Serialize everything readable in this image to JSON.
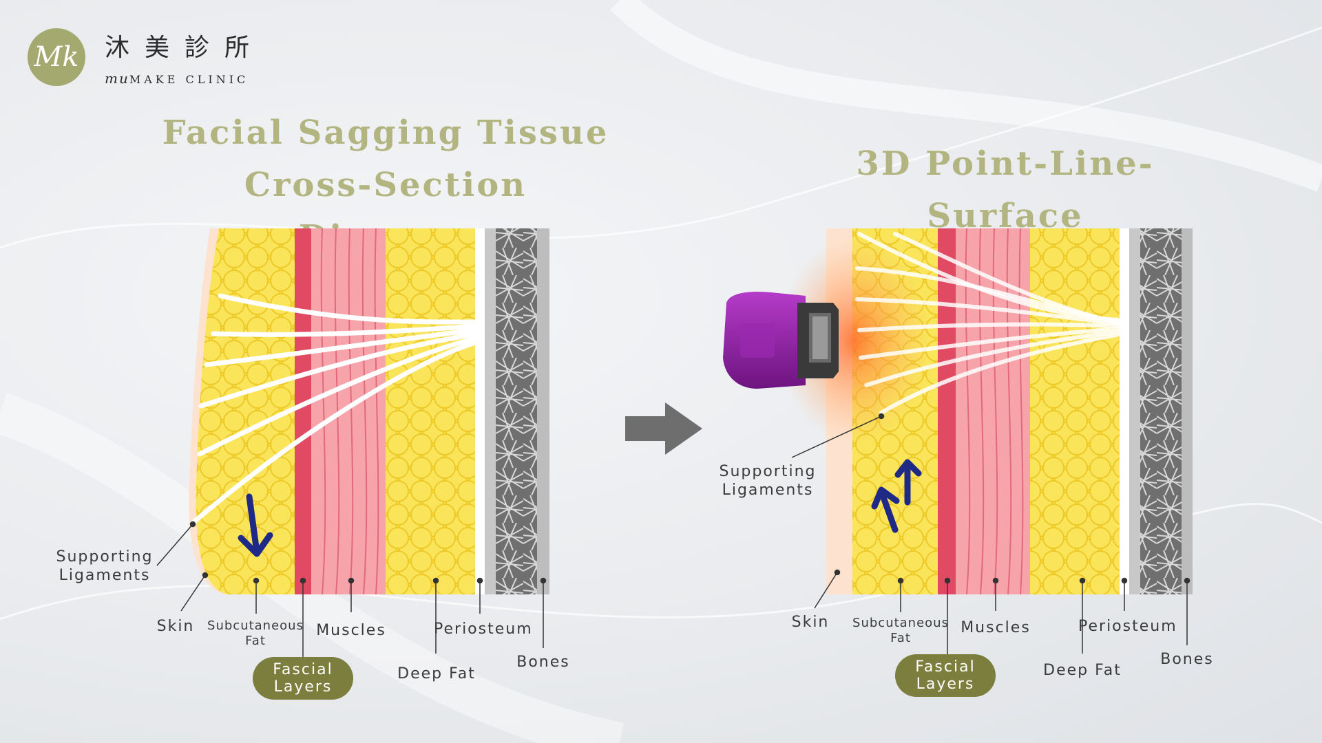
{
  "logo": {
    "chinese_name": "沐美診所",
    "english_name_prefix": "mu",
    "english_name_rest": "MAKE CLINIC",
    "monogram": "Mk"
  },
  "left_panel": {
    "title_line1": "Facial Sagging Tissue",
    "title_line2": "Cross-Section Diagram",
    "labels": {
      "supporting_ligaments_line1": "Supporting",
      "supporting_ligaments_line2": "Ligaments",
      "skin": "Skin",
      "subcutaneous_fat_line1": "Subcutaneous",
      "subcutaneous_fat_line2": "Fat",
      "muscles": "Muscles",
      "periosteum": "Periosteum",
      "deep_fat": "Deep Fat",
      "bones": "Bones",
      "fascial_layers_line1": "Fascial",
      "fascial_layers_line2": "Layers"
    }
  },
  "right_panel": {
    "title": "3D Point-Line-Surface",
    "labels": {
      "supporting_ligaments_line1": "Supporting",
      "supporting_ligaments_line2": "Ligaments",
      "skin": "Skin",
      "subcutaneous_fat_line1": "Subcutaneous",
      "subcutaneous_fat_line2": "Fat",
      "muscles": "Muscles",
      "periosteum": "Periosteum",
      "deep_fat": "Deep Fat",
      "bones": "Bones",
      "fascial_layers_line1": "Fascial",
      "fascial_layers_line2": "Layers"
    }
  },
  "colors": {
    "title": "#b3b581",
    "logo_circle": "#a3a96f",
    "pill": "#7c7e3d",
    "skin": "#fde3cf",
    "fat": "#f7df3c",
    "fascia": "#e04a62",
    "muscle": "#f7a3aa",
    "periosteum": "#ffffff",
    "bone": "#6f6f6f",
    "arrow_blue": "#1f2a86",
    "arrow_grey": "#6e6e6e",
    "device_purple": "#8b1fa0"
  },
  "icons": {
    "transition_arrow": "right-arrow-icon",
    "sag_arrow": "down-arrow-icon",
    "lift_arrow": "up-arrows-icon"
  }
}
